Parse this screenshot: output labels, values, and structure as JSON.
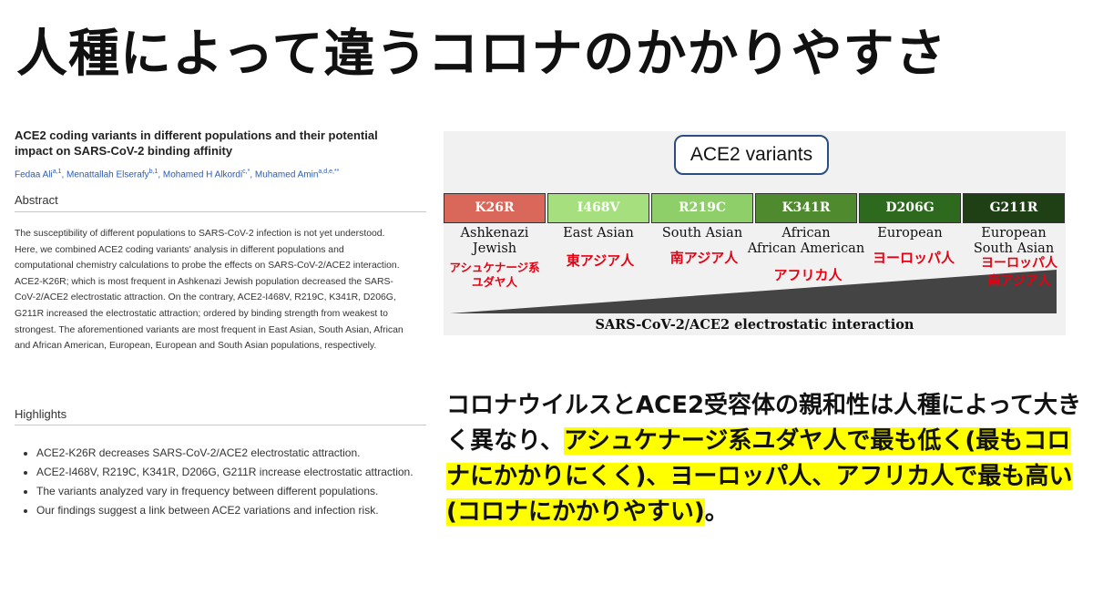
{
  "slide": {
    "title": "人種によって違うコロナのかかりやすさ"
  },
  "paper": {
    "title": "ACE2 coding variants in different populations and their potential impact on SARS-CoV-2 binding affinity",
    "authors": [
      {
        "name": "Fedaa Ali",
        "sup": "a,1"
      },
      {
        "name": "Menattallah Elserafy",
        "sup": "b,1"
      },
      {
        "name": "Mohamed H Alkordi",
        "sup": "c,*"
      },
      {
        "name": "Muhamed Amin",
        "sup": "a,d,e,**"
      }
    ],
    "abstract_heading": "Abstract",
    "abstract_lines": [
      "The susceptibility of different populations to SARS-CoV-2 infection is not yet understood.",
      "Here, we combined ACE2 coding variants' analysis in different populations and",
      "computational chemistry calculations to probe the effects on SARS-CoV-2/ACE2 interaction.",
      "ACE2-K26R; which is most frequent in Ashkenazi Jewish population decreased the SARS-",
      "CoV-2/ACE2 electrostatic attraction. On the contrary, ACE2-I468V, R219C, K341R, D206G,",
      "G211R increased the electrostatic attraction; ordered by binding strength from weakest to",
      "strongest. The aforementioned variants are most frequent in East Asian, South Asian, African",
      "and African American, European, European and South Asian populations, respectively."
    ],
    "highlights_heading": "Highlights",
    "highlights": [
      "ACE2-K26R decreases SARS-CoV-2/ACE2 electrostatic attraction.",
      "ACE2-I468V, R219C, K341R, D206G, G211R increase electrostatic attraction.",
      "The variants analyzed vary in frequency between different populations.",
      "Our findings suggest a link between ACE2 variations and infection risk."
    ]
  },
  "figure": {
    "title": "ACE2 variants",
    "axis_label": "SARS-CoV-2/ACE2 electrostatic interaction",
    "variants": [
      {
        "code": "K26R",
        "color": "#d9675a",
        "population": [
          "Ashkenazi",
          "Jewish"
        ],
        "jp": [
          "アシュケナージ系",
          "ユダヤ人"
        ]
      },
      {
        "code": "I468V",
        "color": "#a6e07e",
        "population": [
          "East Asian"
        ],
        "jp": [
          "東アジア人"
        ]
      },
      {
        "code": "R219C",
        "color": "#8ecf6a",
        "population": [
          "South Asian"
        ],
        "jp": [
          "南アジア人"
        ]
      },
      {
        "code": "K341R",
        "color": "#4f8a2f",
        "population": [
          "African",
          "African American"
        ],
        "jp": [
          "アフリカ人"
        ]
      },
      {
        "code": "D206G",
        "color": "#2e6a1e",
        "population": [
          "European"
        ],
        "jp": [
          "ヨーロッパ人"
        ]
      },
      {
        "code": "G211R",
        "color": "#1f3f14",
        "population": [
          "European",
          "South Asian"
        ],
        "jp": [
          "ヨーロッパ人",
          "南アジア人"
        ]
      }
    ]
  },
  "commentary": {
    "plain1": "コロナウイルスとACE2受容体の親和性は人種によって大きく異なり、",
    "highlight1": "アシュケナージ系ユダヤ人で最も低く(最もコロナにかかりにくく)、ヨーロッパ人、アフリカ人で最も高い(コロナにかかりやすい)",
    "plain2": "。"
  }
}
